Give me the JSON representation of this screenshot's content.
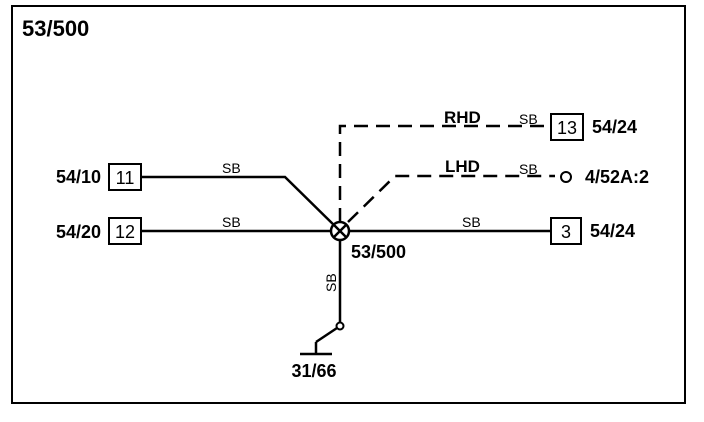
{
  "title": "53/500",
  "splice_label": "53/500",
  "ground_label": "31/66",
  "wire_color": "SB",
  "connectors": [
    {
      "id": "c11",
      "pin": "11",
      "ref": "54/10"
    },
    {
      "id": "c12",
      "pin": "12",
      "ref": "54/20"
    },
    {
      "id": "c13",
      "pin": "13",
      "ref": "54/24"
    },
    {
      "id": "c3",
      "pin": "3",
      "ref": "54/24"
    }
  ],
  "terminal": {
    "ref": "4/52A:2"
  },
  "variants": {
    "rhd": "RHD",
    "lhd": "LHD"
  }
}
